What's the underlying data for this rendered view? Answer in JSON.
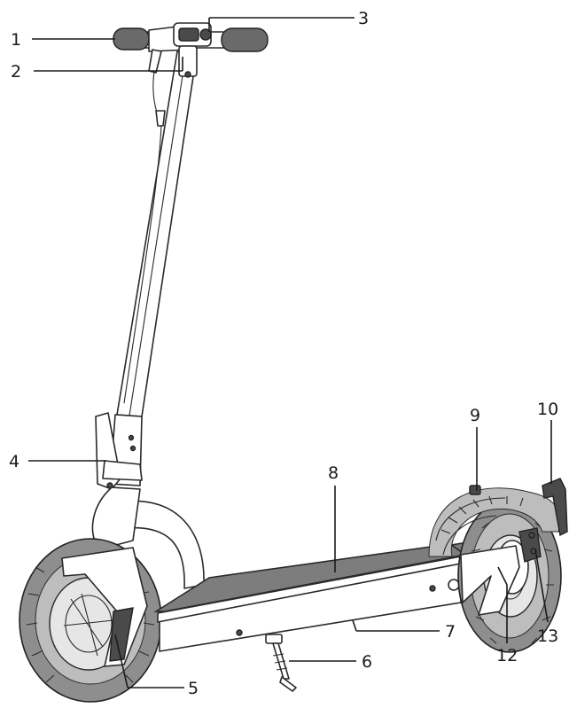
{
  "diagram": {
    "callouts": [
      {
        "id": "1",
        "label": "1"
      },
      {
        "id": "2",
        "label": "2"
      },
      {
        "id": "3",
        "label": "3"
      },
      {
        "id": "4",
        "label": "4"
      },
      {
        "id": "5",
        "label": "5"
      },
      {
        "id": "6",
        "label": "6"
      },
      {
        "id": "7",
        "label": "7"
      },
      {
        "id": "8",
        "label": "8"
      },
      {
        "id": "9",
        "label": "9"
      },
      {
        "id": "10",
        "label": "10"
      },
      {
        "id": "12",
        "label": "12"
      },
      {
        "id": "13",
        "label": "13"
      }
    ],
    "colors": {
      "line": "#2a2a2a",
      "deck": "#7d7d7d",
      "tyre": "#8e8e8e",
      "grip": "#6a6a6a"
    }
  }
}
